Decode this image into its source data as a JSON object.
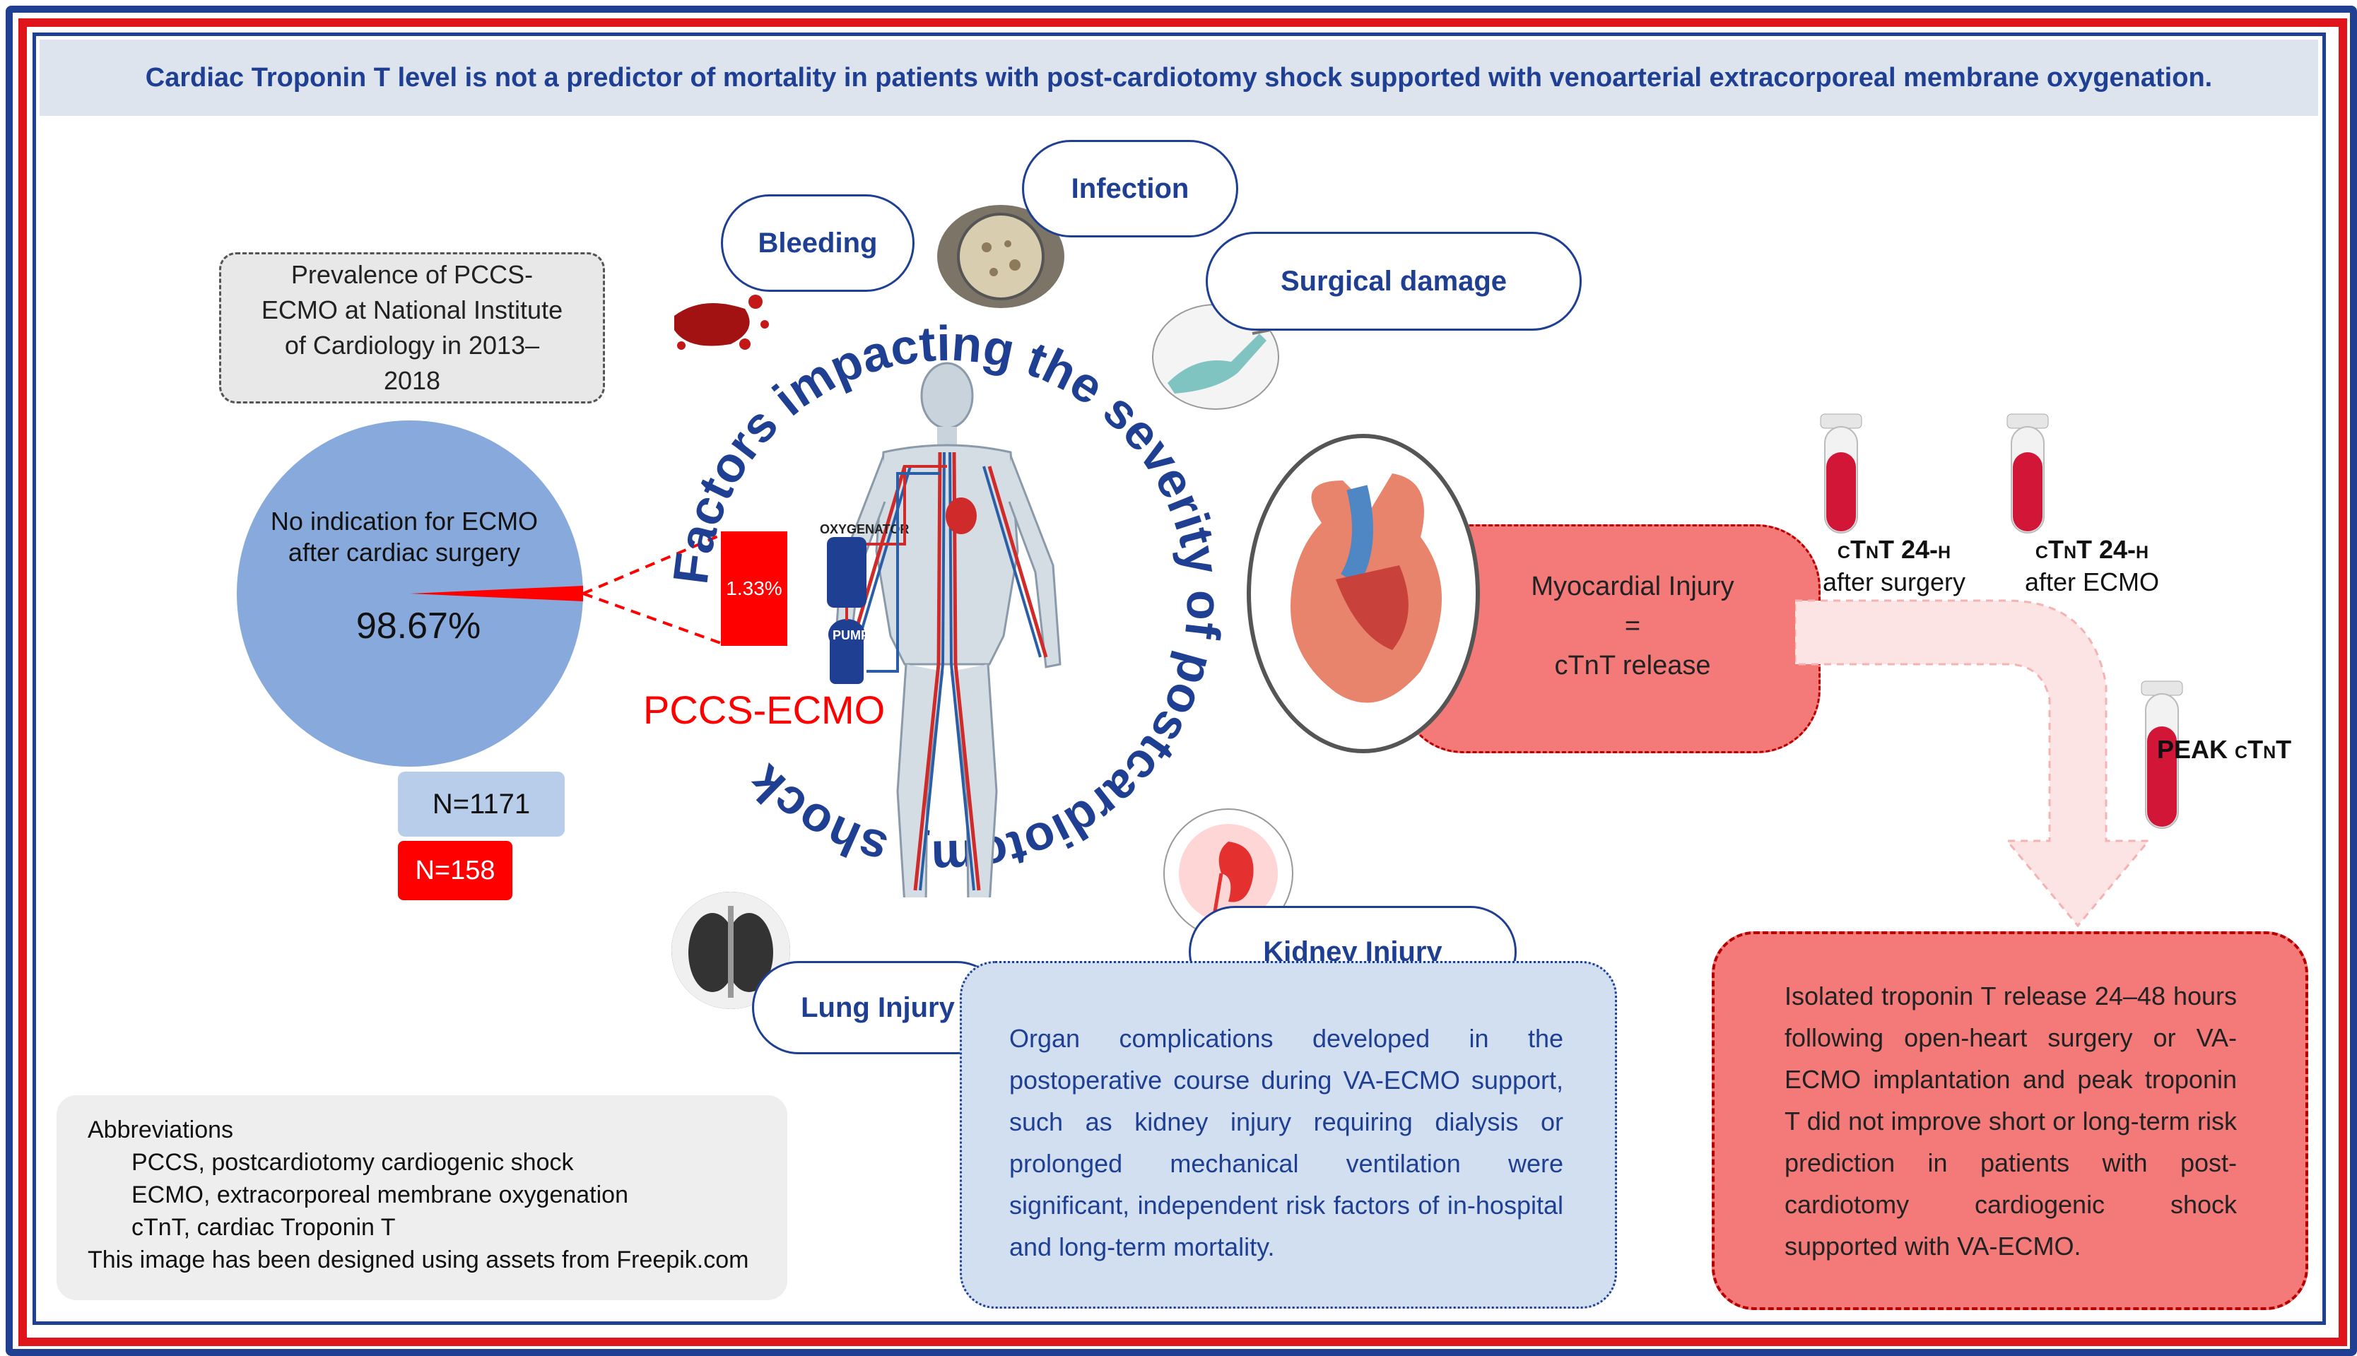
{
  "title": "Cardiac Troponin T level is not a predictor of mortality in patients with post-cardiotomy shock supported with venoarterial extracorporeal membrane oxygenation.",
  "prevalence_box": "Prevalence of PCCS-ECMO at National Institute of Cardiology in 2013–2018",
  "pie": {
    "slices": [
      {
        "label": "No indication for ECMO after cardiac surgery",
        "percent": 98.67,
        "display": "98.67%",
        "color": "#87a9dc"
      },
      {
        "label": "PCCS-ECMO",
        "percent": 1.33,
        "display": "1.33%",
        "color": "#ff0000"
      }
    ],
    "label_line1": "No indication for ECMO",
    "label_line2": "after cardiac surgery",
    "value_label": "98.67%",
    "small_value": "1.33%"
  },
  "n_total": "N=1171",
  "n_ecmo": "N=158",
  "pccs_label": "PCCS-ECMO",
  "center_circle_text": "Factors impacting the severity of postcardiotomy shock",
  "body_labels": {
    "oxygenator": "OXYGENATOR",
    "pump": "PUMP"
  },
  "factors": {
    "bleeding": "Bleeding",
    "infection": "Infection",
    "surgical": "Surgical damage",
    "lung": "Lung Injury",
    "kidney": "Kidney Injury"
  },
  "myocardial": {
    "line1": "Myocardial Injury",
    "line2": "=",
    "line3": "cTnT release"
  },
  "tubes": {
    "t1_title": "cTnT 24-h",
    "t1_sub": "after surgery",
    "t2_title": "cTnT 24-h",
    "t2_sub": "after ECMO",
    "peak": "PEAK cTnT"
  },
  "conclusion": "Isolated troponin T release 24–48 hours following open-heart surgery or VA-ECMO implantation and peak troponin T did not improve short or long-term risk prediction in patients with post-cardiotomy cardiogenic shock supported with VA-ECMO.",
  "organ_text": "Organ complications developed in the postoperative course during VA-ECMO support, such as kidney injury requiring dialysis or prolonged mechanical ventilation were significant, independent risk factors of in-hospital and long-term mortality.",
  "abbreviations": {
    "heading": "Abbreviations",
    "items": [
      "PCCS, postcardiotomy cardiogenic shock",
      "ECMO, extracorporeal membrane oxygenation",
      "cTnT, cardiac Troponin T"
    ],
    "credit": "This image has been designed using assets from Freepik.com"
  },
  "colors": {
    "navy": "#1f3f93",
    "red": "#e0151b",
    "pie_blue": "#87a9dc",
    "salmon": "#f47a7a",
    "light_blue": "#d2dff0"
  }
}
